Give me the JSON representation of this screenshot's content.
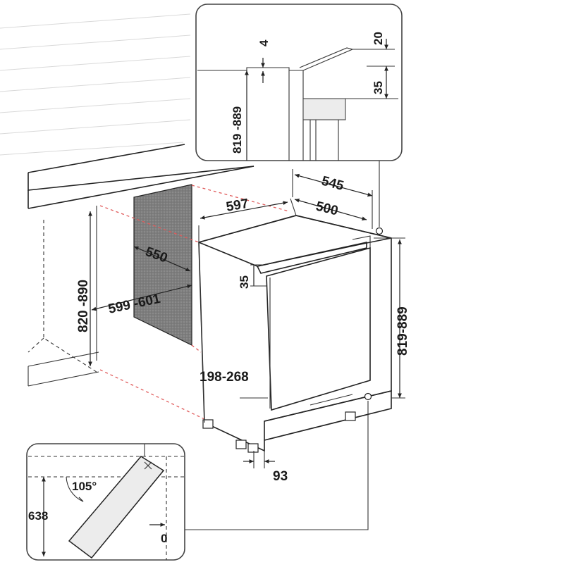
{
  "labels": {
    "top_gap": "4",
    "top_bracket": "20",
    "top_bracket_depth": "35",
    "top_niche_height": "819 -889",
    "width_outer_depth": "545",
    "width_appliance": "597",
    "depth_appliance": "500",
    "niche_depth": "550",
    "niche_width": "599 -601",
    "niche_height": "820 -890",
    "door_offset": "35",
    "appliance_height": "819-889",
    "plinth_height": "198-268",
    "plinth_depth": "93",
    "door_angle": "105°",
    "door_swing": "638",
    "door_clearance": "0"
  },
  "colors": {
    "line": "#222222",
    "hidden_edge_dash": "#e05a5a",
    "side_panel": "#8a8a8a"
  }
}
